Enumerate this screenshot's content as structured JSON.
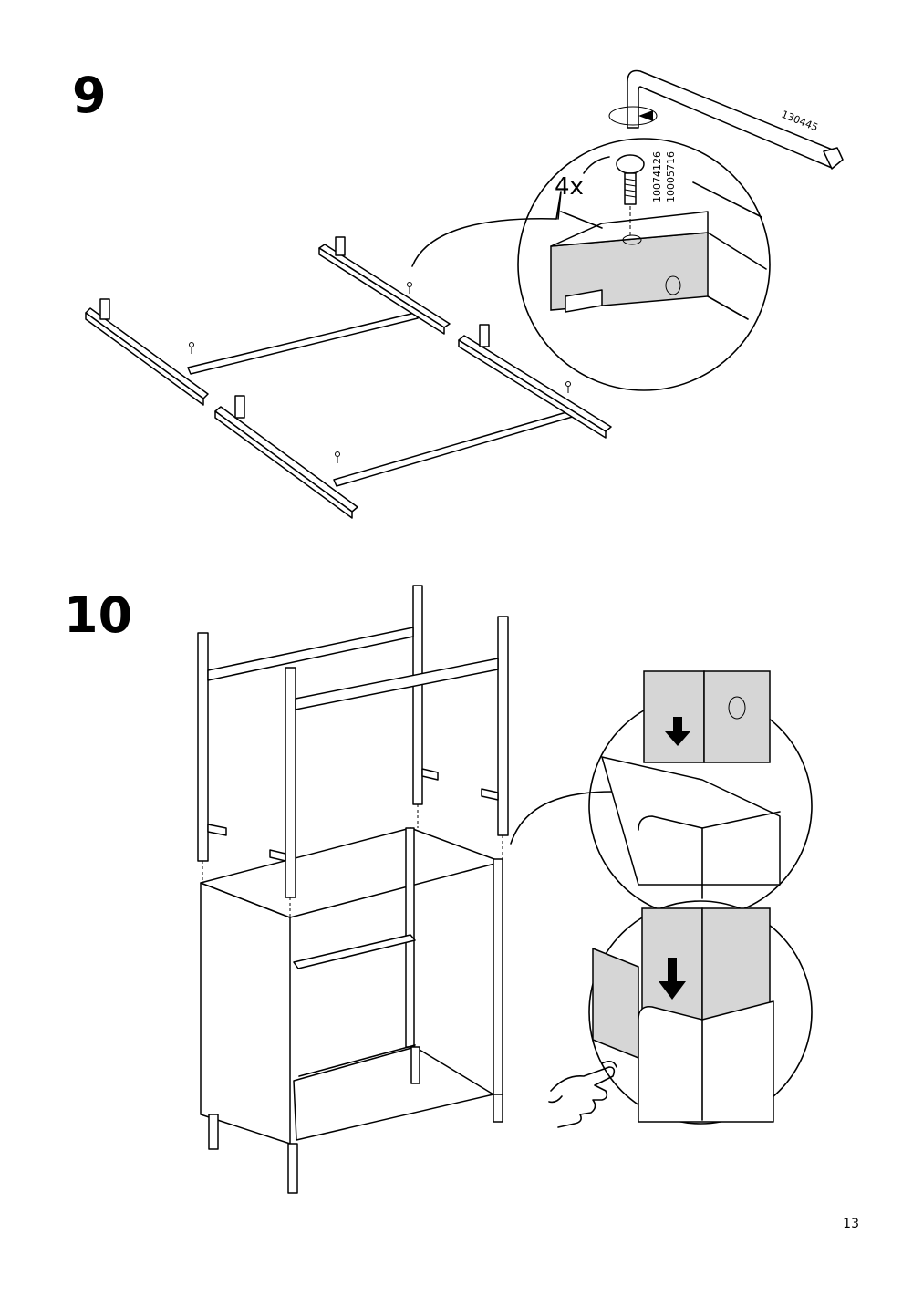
{
  "steps": [
    {
      "number": "9",
      "quantity": "4x",
      "screw_ids": [
        "10074126",
        "10005716"
      ],
      "tool_id": "130445"
    },
    {
      "number": "10"
    }
  ],
  "page": {
    "number": "13"
  }
}
